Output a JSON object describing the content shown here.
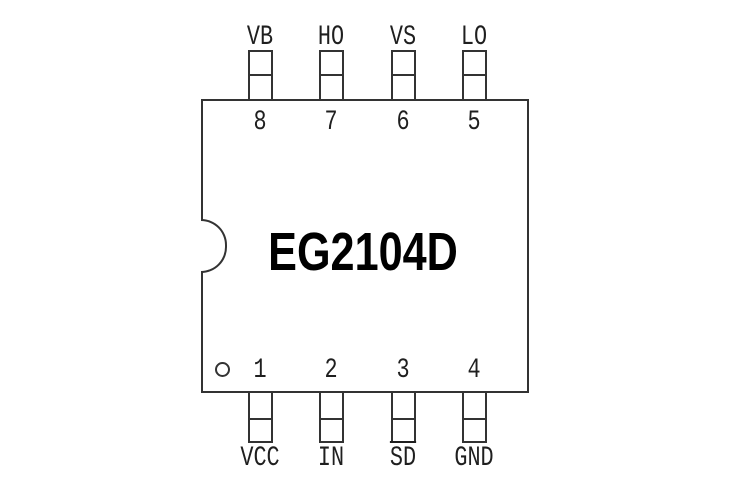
{
  "chip": {
    "name": "EG2104D"
  },
  "pins": {
    "top": [
      {
        "number": "8",
        "label": "VB",
        "overline": false
      },
      {
        "number": "7",
        "label": "HO",
        "overline": false
      },
      {
        "number": "6",
        "label": "VS",
        "overline": false
      },
      {
        "number": "5",
        "label": "LO",
        "overline": false
      }
    ],
    "bottom": [
      {
        "number": "1",
        "label": "VCC",
        "overline": false
      },
      {
        "number": "2",
        "label": "IN",
        "overline": false
      },
      {
        "number": "3",
        "label": "SD",
        "overline": true
      },
      {
        "number": "4",
        "label": "GND",
        "overline": false
      }
    ]
  },
  "markers": {
    "pin1_indicator": "open-circle",
    "orientation_notch": "left-edge-semicircle"
  },
  "colors": {
    "background": "#ffffff",
    "line": "#333333",
    "pin_text": "#1f1f1f",
    "chip_name_text": "#000000"
  }
}
